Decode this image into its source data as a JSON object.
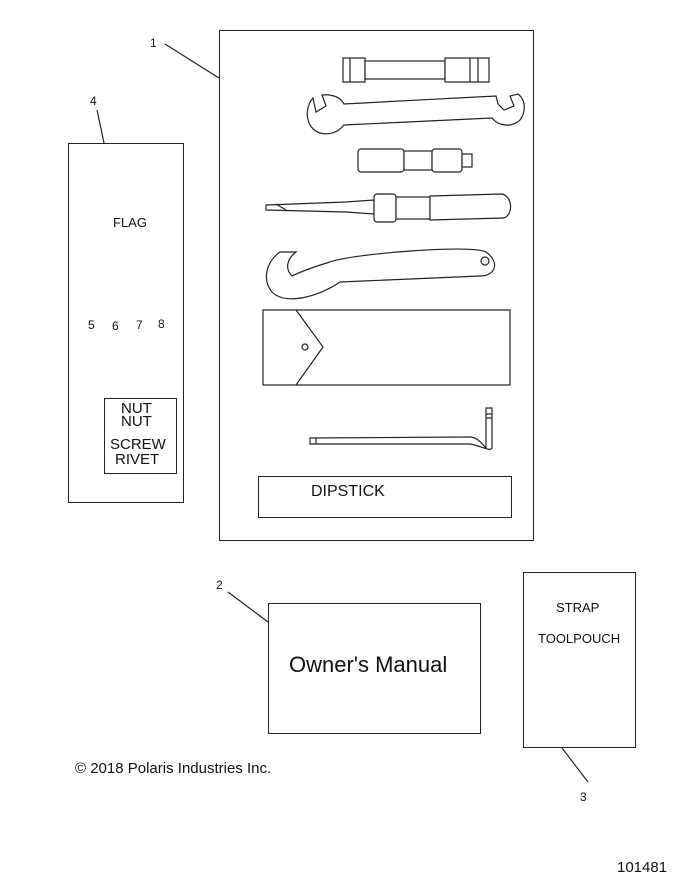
{
  "callouts": {
    "c1": "1",
    "c2": "2",
    "c3": "3",
    "c4": "4",
    "c5": "5",
    "c6": "6",
    "c7": "7",
    "c8": "8"
  },
  "flag_panel": {
    "title": "FLAG",
    "hardware": [
      "NUT",
      "NUT",
      "SCREW",
      "RIVET"
    ]
  },
  "tool_kit": {
    "dipstick_label": "DIPSTICK"
  },
  "manual": {
    "title": "Owner's Manual"
  },
  "pouch": {
    "strap_label": "STRAP",
    "toolpouch_label": "TOOLPOUCH"
  },
  "copyright": "© 2018 Polaris Industries Inc.",
  "figure_number": "101481"
}
